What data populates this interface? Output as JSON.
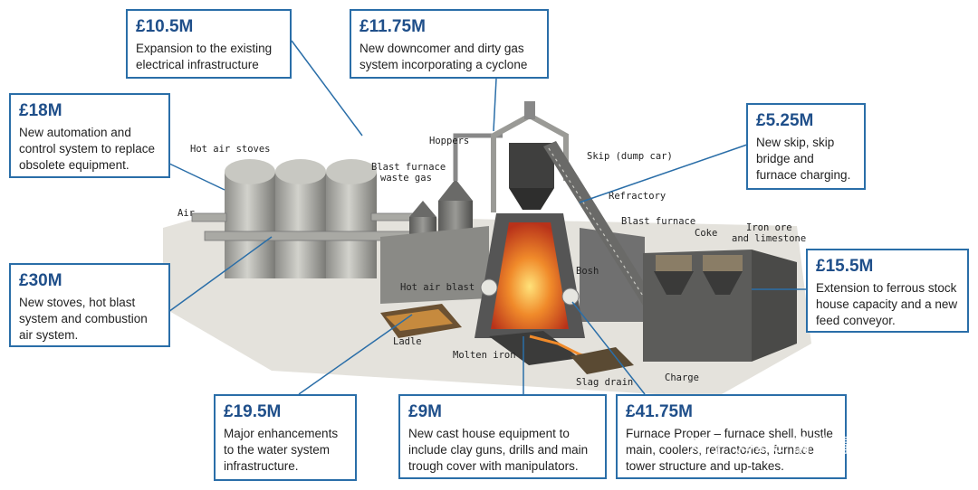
{
  "callouts": {
    "electrical": {
      "amount": "£10.5M",
      "desc": "Expansion to the existing electrical infrastructure"
    },
    "downcomer": {
      "amount": "£11.75M",
      "desc": "New downcomer and dirty gas system incorporating a cyclone"
    },
    "automation": {
      "amount": "£18M",
      "desc": "New automation and control system to replace obsolete equipment."
    },
    "skip": {
      "amount": "£5.25M",
      "desc": "New skip, skip bridge and furnace charging."
    },
    "stoves": {
      "amount": "£30M",
      "desc": "New stoves, hot blast system and combustion air system."
    },
    "stockhouse": {
      "amount": "£15.5M",
      "desc": "Extension to ferrous stock house capacity and a new feed conveyor."
    },
    "water": {
      "amount": "£19.5M",
      "desc": "Major enhancements to the water system infrastructure."
    },
    "casthouse": {
      "amount": "£9M",
      "desc": "New cast house equipment to include clay guns, drills and main trough cover with manipulators."
    },
    "furnace": {
      "amount": "£41.75M",
      "desc": "Furnace Proper – furnace shell, bustle main, coolers, refractories, furnace tower structure and up-takes."
    }
  },
  "labels": {
    "hot_air_stoves": "Hot air stoves",
    "air": "Air",
    "waste_gas_1": "Blast furnace",
    "waste_gas_2": "waste gas",
    "hoppers": "Hoppers",
    "skip_car": "Skip (dump car)",
    "refractory": "Refractory",
    "blast_furnace": "Blast furnace",
    "coke": "Coke",
    "iron_ore_1": "Iron ore",
    "iron_ore_2": "and limestone",
    "hot_air_blast": "Hot air blast",
    "bosh": "Bosh",
    "ladle": "Ladle",
    "molten_iron": "Molten iron",
    "charge": "Charge",
    "slag_drain": "Slag drain"
  },
  "watermark": "知乎 @xie 钢铁情报",
  "colors": {
    "accent": "#2a6ea8",
    "amount": "#1f4f8a"
  }
}
